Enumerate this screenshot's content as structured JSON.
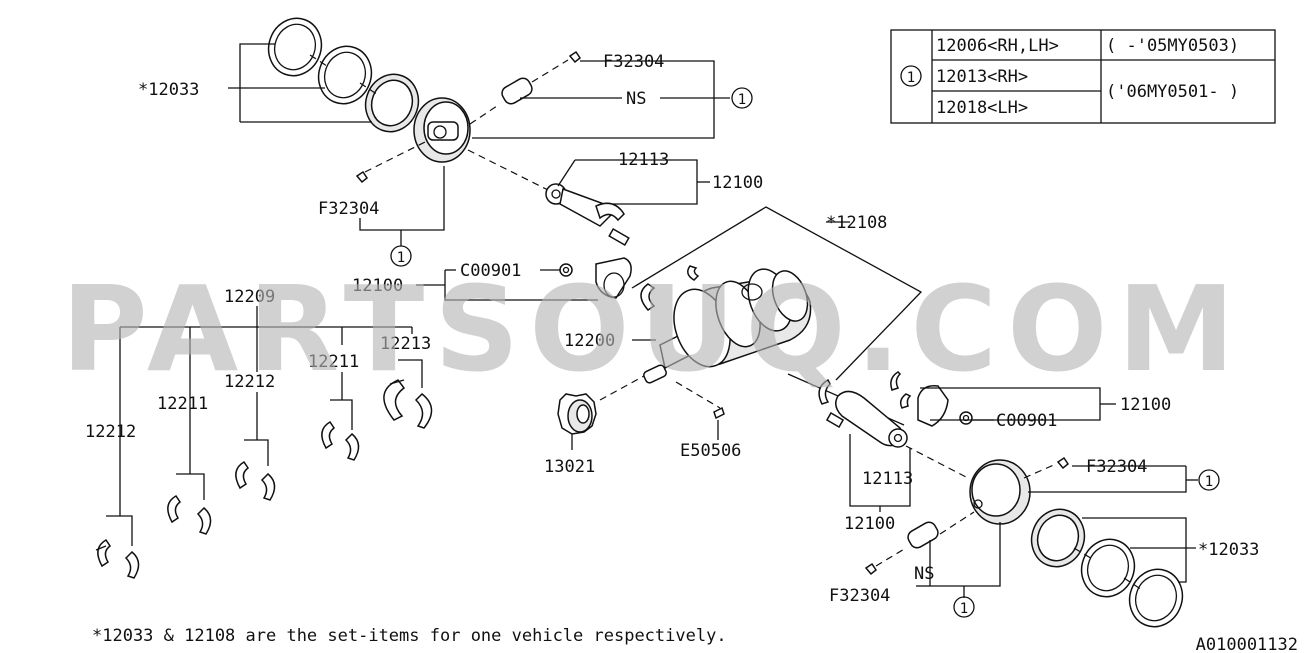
{
  "watermark": "PARTSOUQ.COM",
  "diagram_code": "A010001132",
  "footnote": "*12033 & 12108 are the set-items for one vehicle respectively.",
  "legend": {
    "circle": "1",
    "rows": [
      {
        "part": "12006<RH,LH>",
        "range": "( -'05MY0503)"
      },
      {
        "part": "12013<RH>",
        "range": "('06MY0501- )"
      },
      {
        "part": "12018<LH>",
        "range": ""
      }
    ]
  },
  "labels": {
    "ring_top": "*12033",
    "clip_top": "F32304",
    "ns_top": "NS",
    "circle_top_right": "1",
    "clip_top_left": "F32304",
    "circle_top_left": "1",
    "rod_bolt_top": "12113",
    "rod_top": "12100",
    "crank_set": "*12108",
    "nut_left": "C00901",
    "rod_left": "12100",
    "crank": "12200",
    "bearing_set": "12209",
    "bearing_12213": "12213",
    "bearing_12211_a": "12211",
    "bearing_12212_a": "12212",
    "bearing_12211_b": "12211",
    "bearing_12212_b": "12212",
    "sprocket": "13021",
    "key": "E50506",
    "rod_right": "12100",
    "nut_right": "C00901",
    "rod_bolt_bottom": "12113",
    "rod_bottom": "12100",
    "clip_bottom_right": "F32304",
    "circle_bottom_right": "1",
    "ring_bottom": "*12033",
    "ns_bottom": "NS",
    "clip_bottom_left": "F32304",
    "circle_bottom": "1"
  }
}
